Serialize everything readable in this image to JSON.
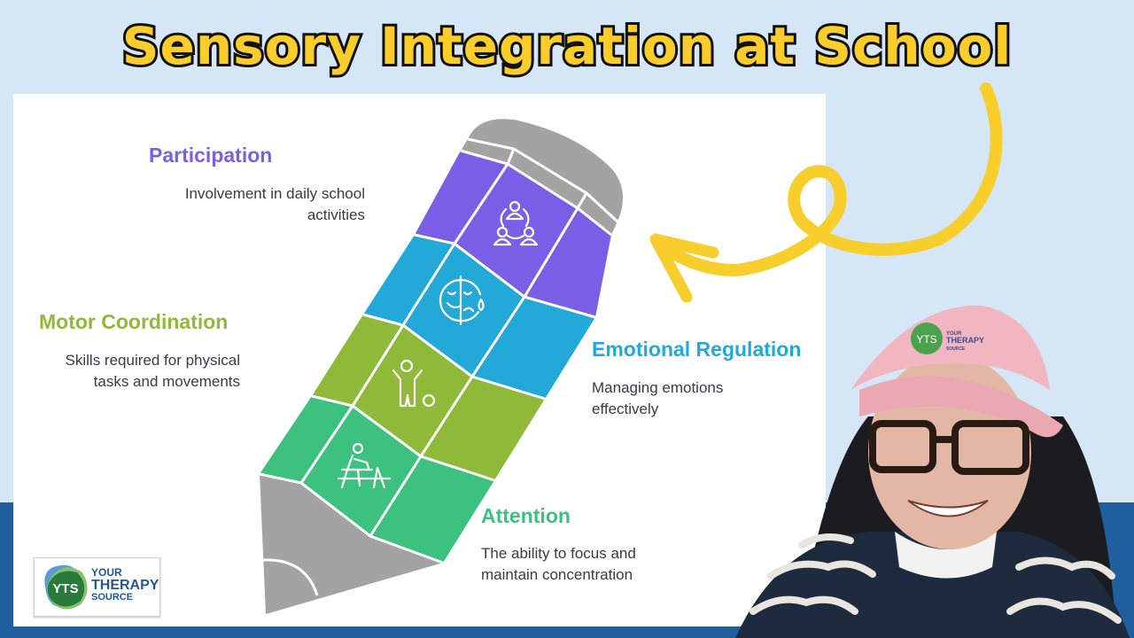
{
  "title": "Sensory Integration at School",
  "colors": {
    "background_light": "#d5e6f7",
    "background_band": "#1f5f9e",
    "title_fill": "#fbcd2b",
    "participation": "#7b5ee6",
    "emotional_regulation": "#23a9d8",
    "motor_coordination": "#8fba39",
    "attention": "#3cc27e",
    "pencil_gray": "#a3a3a3",
    "arrow_yellow": "#f8ce2c"
  },
  "segments": [
    {
      "title": "Participation",
      "description_line1": "Involvement in daily school",
      "description_line2": "activities",
      "icon": "group-people-icon"
    },
    {
      "title": "Emotional Regulation",
      "description_line1": "Managing emotions",
      "description_line2": "effectively",
      "icon": "mixed-emotions-face-icon"
    },
    {
      "title": "Motor Coordination",
      "description_line1": "Skills required for physical",
      "description_line2": "tasks and movements",
      "icon": "child-with-ball-icon"
    },
    {
      "title": "Attention",
      "description_line1": "The ability to focus and",
      "description_line2": "maintain concentration",
      "icon": "student-at-desk-icon"
    }
  ],
  "logo": {
    "badge": "YTS",
    "line1": "YOUR",
    "line2": "THERAPY",
    "line3": "SOURCE"
  },
  "presenter": {
    "cap_logo": "YTS",
    "cap_text1": "YOUR",
    "cap_text2": "THERAPY",
    "cap_text3": "SOURCE"
  }
}
